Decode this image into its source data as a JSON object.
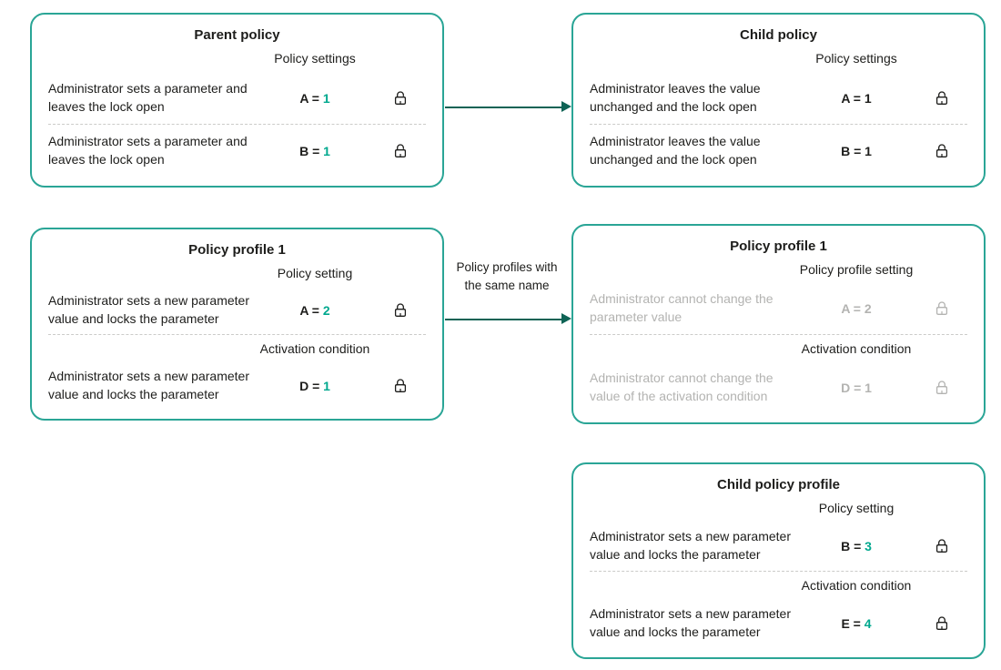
{
  "colors": {
    "border": "#2aa596",
    "accent": "#00a88e",
    "arrow": "#0e6355",
    "muted": "#b3b3b1",
    "text": "#1d1d1b"
  },
  "connectors": {
    "middle_arrow_label": "Policy profiles with the same name"
  },
  "boxes": [
    {
      "title": "Parent policy",
      "column_header": "Policy settings",
      "rows": [
        {
          "desc": "Administrator sets a parameter and leaves the lock open",
          "eq": "A =",
          "num": "1",
          "lock": "open"
        },
        {
          "desc": "Administrator sets a parameter and leaves the lock open",
          "eq": "B =",
          "num": "1",
          "lock": "open"
        }
      ]
    },
    {
      "title": "Child policy",
      "column_header": "Policy settings",
      "rows": [
        {
          "desc": "Administrator leaves the value unchanged and the lock open",
          "eq": "A =",
          "num": "1",
          "lock": "open"
        },
        {
          "desc": "Administrator leaves the value unchanged and the lock open",
          "eq": "B =",
          "num": "1",
          "lock": "open"
        }
      ]
    },
    {
      "title": "Policy profile 1",
      "column_header": "Policy setting",
      "column_header2": "Activation condition",
      "rows": [
        {
          "desc": "Administrator sets a new parameter value and locks the parameter",
          "eq": "A =",
          "num": "2",
          "lock": "closed"
        },
        {
          "desc": "Administrator sets a new parameter value and locks the parameter",
          "eq": "D =",
          "num": "1",
          "lock": "closed"
        }
      ]
    },
    {
      "title": "Policy profile 1",
      "column_header": "Policy profile setting",
      "column_header2": "Activation condition",
      "rows": [
        {
          "desc": "Administrator cannot change the parameter value",
          "eq": "A =",
          "num": "2",
          "lock": "closed"
        },
        {
          "desc": "Administrator cannot change the value of the activation condition",
          "eq": "D =",
          "num": "1",
          "lock": "closed"
        }
      ]
    },
    {
      "title": "Child policy profile",
      "column_header": "Policy setting",
      "column_header2": "Activation condition",
      "rows": [
        {
          "desc": "Administrator sets a new parameter value and locks the parameter",
          "eq": "B =",
          "num": "3",
          "lock": "closed"
        },
        {
          "desc": "Administrator sets a new parameter value and locks the parameter",
          "eq": "E =",
          "num": "4",
          "lock": "closed"
        }
      ]
    }
  ]
}
